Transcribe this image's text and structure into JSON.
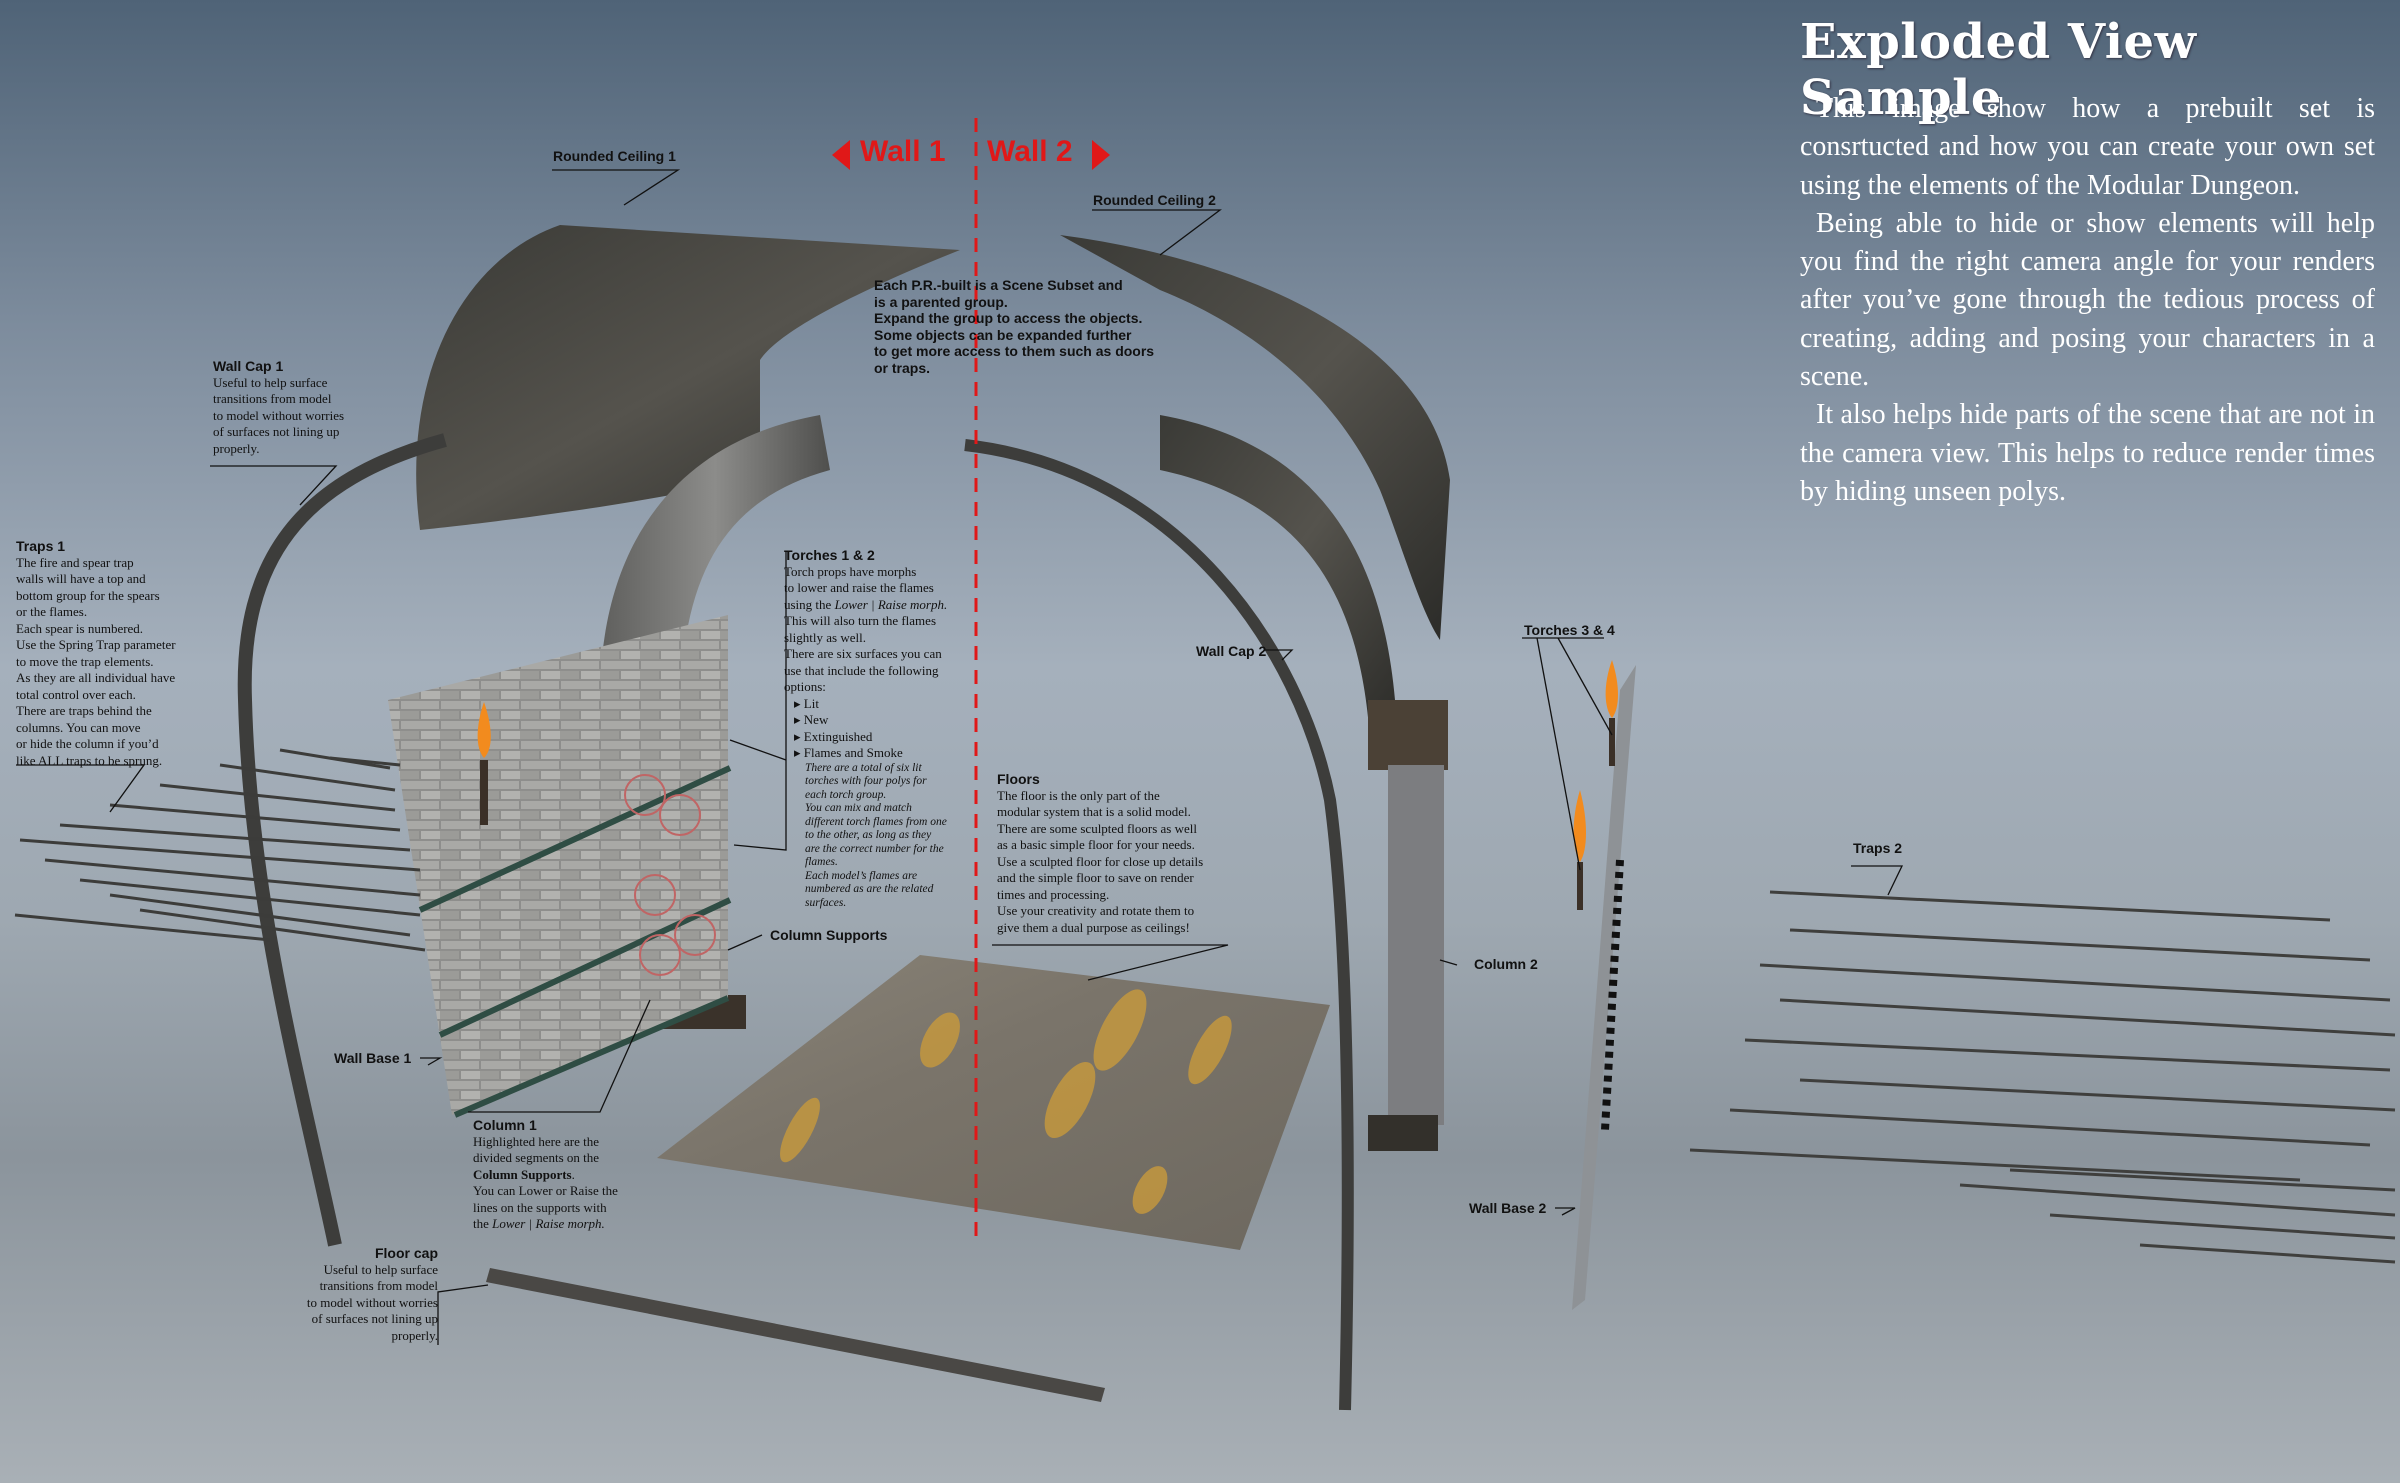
{
  "title": "Exploded View Sample",
  "intro": [
    "This image show how a prebuilt set is consrtucted and how you can create your own set using the elements of the Modular Dungeon.",
    "Being able to hide or show elements will help you find the right camera angle for your renders after you’ve gone through the tedious process of creating, adding and posing your characters in a scene.",
    "It also helps hide parts of the scene that are not in the camera view. This helps to reduce render times by hiding unseen polys."
  ],
  "walls": {
    "left": "Wall 1",
    "right": "Wall 2"
  },
  "scene_note": [
    "Each P.R.-built is a Scene Subset and",
    "is a parented group.",
    "Expand the group to access the objects.",
    "Some objects can be expanded further",
    "to get more access to them such as doors",
    "or traps."
  ],
  "labels": {
    "rounded_ceiling_1": "Rounded Ceiling 1",
    "rounded_ceiling_2": "Rounded Ceiling 2",
    "wall_cap_2": "Wall Cap 2",
    "torches_3_4": "Torches 3 & 4",
    "traps_2": "Traps 2",
    "column_2": "Column 2",
    "column_supports": "Column Supports",
    "wall_base_1": "Wall Base 1",
    "wall_base_2": "Wall Base 2"
  },
  "wall_cap_1": {
    "heading": "Wall Cap 1",
    "lines": [
      "Useful to help surface",
      "transitions from model",
      "to model without worries",
      "of surfaces not lining up",
      "properly."
    ]
  },
  "traps_1": {
    "heading": "Traps 1",
    "lines": [
      "The fire and spear trap",
      "walls will have a top and",
      "bottom group for the spears",
      "or the flames.",
      "Each spear is numbered.",
      "Use the Spring Trap parameter",
      "to move the trap elements.",
      "As they are all individual have",
      "total control over each.",
      "There are traps behind the",
      "columns. You can move",
      "or hide the column if you’d",
      "like ALL traps to be sprung."
    ]
  },
  "torches_1_2": {
    "heading": "Torches 1 & 2",
    "lines": [
      "Torch props have morphs",
      "to lower and raise the flames"
    ],
    "using_pre": "using the ",
    "using_em": "Lower | Raise morph.",
    "lines2": [
      "This will also turn the flames",
      "slightly as well.",
      "There are six surfaces you can",
      "use that include the following",
      "options:"
    ],
    "options": [
      "Lit",
      "New",
      "Extinguished",
      "Flames and Smoke"
    ],
    "italic": [
      "There are a total of six lit",
      "torches with four polys for",
      "each torch group.",
      "You can mix and match",
      "different torch flames from one",
      "to the other, as long as they",
      "are the correct number for the",
      "flames.",
      "Each model’s flames are",
      "numbered as are the related",
      "surfaces."
    ]
  },
  "floors": {
    "heading": "Floors",
    "lines": [
      "The floor is the only part of the",
      "modular system that is a solid model.",
      "There are some sculpted floors as well",
      "as a basic simple floor for your needs.",
      "Use a sculpted floor for close up details",
      "and the simple floor to save on render",
      "times and processing.",
      "Use your creativity and rotate them to",
      "give them a dual purpose as ceilings!"
    ]
  },
  "column_1": {
    "heading": "Column 1",
    "lines": [
      "Highlighted here are the",
      "divided segments on the"
    ],
    "bold_line": "Column Supports",
    "bold_suffix": ".",
    "lines2": [
      "You can Lower or Raise the",
      "lines on the supports with"
    ],
    "the_pre": "the ",
    "the_em": "Lower | Raise morph."
  },
  "floor_cap": {
    "heading": "Floor cap",
    "lines": [
      "Useful to help surface",
      "transitions from model",
      "to model without worries",
      "of surfaces not lining up",
      "properly."
    ]
  },
  "colors": {
    "accent_red": "#e01818",
    "title_white": "#ffffff"
  }
}
